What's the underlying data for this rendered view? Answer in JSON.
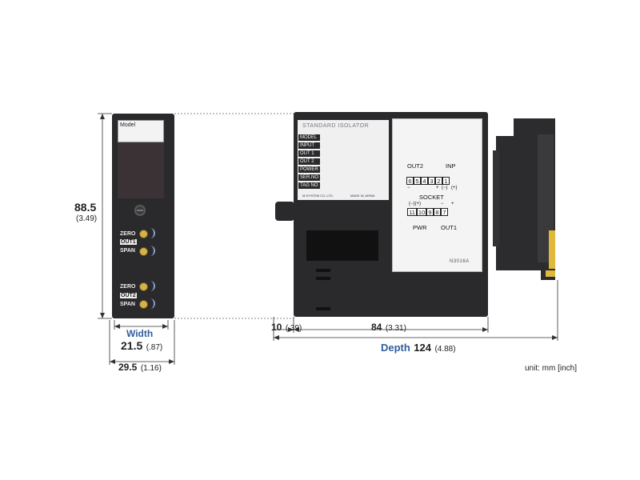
{
  "front_view": {
    "model_label": "Model",
    "out1_group": {
      "zero": "ZERO",
      "out": "OUT1",
      "span": "SPAN"
    },
    "out2_group": {
      "zero": "ZERO",
      "out": "OUT2",
      "span": "SPAN"
    }
  },
  "side_view": {
    "panel_title": "STANDARD ISOLATOR",
    "panel_rows": [
      "MODEL",
      "INPUT",
      "OUT 1",
      "OUT 2",
      "POWER",
      "SER.NO",
      "TAG NO"
    ],
    "maker": "M-SYSTEM CO.,LTD.",
    "made_in": "MADE IN JAPAN",
    "terminal": {
      "out2": "OUT2",
      "inp": "INP",
      "top_numbers": [
        "6",
        "5",
        "4",
        "3",
        "2",
        "1"
      ],
      "top_signs": [
        "−",
        "+",
        "(−)",
        "(+)"
      ],
      "socket": "SOCKET",
      "bottom_signs_left": "(−)(+)",
      "bottom_signs_right": [
        "−",
        "+"
      ],
      "bottom_numbers": [
        "11",
        "10",
        "9",
        "8",
        "7"
      ],
      "pwr": "PWR",
      "out1": "OUT1"
    },
    "part_code": "N3016A"
  },
  "dimensions": {
    "height": {
      "mm": "88.5",
      "inch": "(3.49)"
    },
    "width_label": "Width",
    "width": {
      "mm": "21.5",
      "inch": "(.87)"
    },
    "overall_width": {
      "mm": "29.5",
      "inch": "(1.16)"
    },
    "offset": {
      "mm": "10",
      "inch": "(.39)"
    },
    "body_depth": {
      "mm": "84",
      "inch": "(3.31)"
    },
    "depth_label": "Depth",
    "depth": {
      "mm": "124",
      "inch": "(4.88)"
    }
  },
  "unit_note": "unit: mm [inch]",
  "colors": {
    "accent": "#2f5f9e",
    "body": "#2a2a2c"
  }
}
